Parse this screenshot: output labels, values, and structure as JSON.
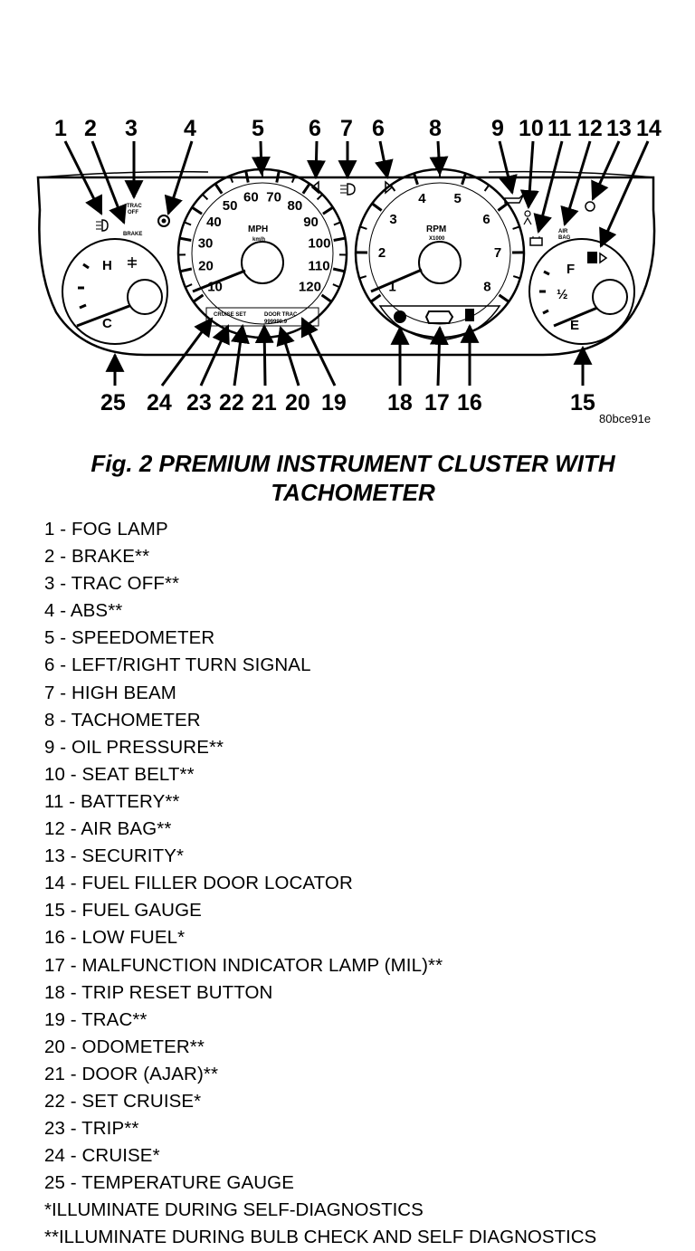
{
  "callouts": {
    "top": [
      "1",
      "2",
      "3",
      "4",
      "5",
      "6",
      "7",
      "6",
      "8",
      "9",
      "10",
      "11",
      "12",
      "13",
      "14"
    ],
    "bottom": [
      "25",
      "24",
      "23",
      "22",
      "21",
      "20",
      "19",
      "18",
      "17",
      "16",
      "15"
    ]
  },
  "figure_code": "80bce91e",
  "gauges": {
    "speedo": {
      "unit": "MPH",
      "sub": "km/h",
      "marks": [
        "10",
        "20",
        "30",
        "40",
        "50",
        "60",
        "70",
        "80",
        "90",
        "100",
        "110",
        "120"
      ],
      "lcd_left": "CRUISE SET",
      "lcd_right": "DOOR TRAC",
      "odo": "999999.9"
    },
    "tach": {
      "unit": "RPM",
      "sub": "X1000",
      "marks": [
        "1",
        "2",
        "3",
        "4",
        "5",
        "6",
        "7",
        "8"
      ]
    },
    "temp": {
      "hot": "H",
      "cold": "C"
    },
    "fuel": {
      "full": "F",
      "half": "½",
      "empty": "E"
    }
  },
  "caption": {
    "line1": "Fig. 2 PREMIUM INSTRUMENT CLUSTER WITH",
    "line2": "TACHOMETER"
  },
  "legend": [
    "1 - FOG LAMP",
    "2 - BRAKE**",
    "3 - TRAC OFF**",
    "4 - ABS**",
    "5 - SPEEDOMETER",
    "6 - LEFT/RIGHT TURN SIGNAL",
    "7 - HIGH BEAM",
    "8 - TACHOMETER",
    "9 - OIL PRESSURE**",
    "10 - SEAT BELT**",
    "11 - BATTERY**",
    "12 - AIR BAG**",
    "13 - SECURITY*",
    "14 - FUEL FILLER DOOR LOCATOR",
    "15 - FUEL GAUGE",
    "16 - LOW FUEL*",
    "17 - MALFUNCTION INDICATOR LAMP (MIL)**",
    "18 - TRIP RESET BUTTON",
    "19 - TRAC**",
    "20 - ODOMETER**",
    "21 - DOOR (AJAR)**",
    "22 - SET CRUISE*",
    "23 - TRIP**",
    "24 - CRUISE*",
    "25 - TEMPERATURE GAUGE"
  ],
  "notes": [
    "*ILLUMINATE DURING SELF-DIAGNOSTICS",
    "**ILLUMINATE DURING BULB CHECK AND SELF DIAGNOSTICS"
  ]
}
